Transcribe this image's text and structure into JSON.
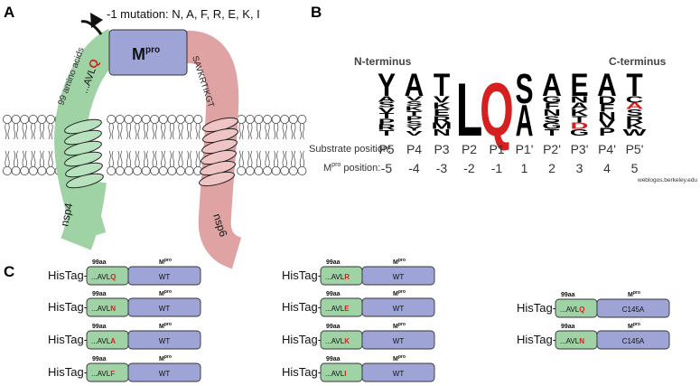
{
  "panels": {
    "a": "A",
    "b": "B",
    "c": "C"
  },
  "panel_a": {
    "mutation_text": "-1 mutation: N, A, F, R, E, K, I",
    "mpro_base": "M",
    "mpro_sup": "pro",
    "nsp4_text": "99 amino acids",
    "avl_text": "...AVL",
    "q_text": "Q",
    "nsp6_seq": "SAVKRTIKGT",
    "nsp4_label": "nsp4",
    "nsp6_label": "nsp6",
    "colors": {
      "mpro": "#9ea5d6",
      "nsp4": "#9fd3a5",
      "nsp6": "#e0a3a3",
      "mut": "#d62020"
    }
  },
  "panel_b": {
    "n_term": "N-terminus",
    "c_term": "C-terminus",
    "substrate_label": "Substrate position:",
    "mpro_label_base": "M",
    "mpro_label_sup": "pro",
    "mpro_label_tail": " position:",
    "positions": [
      "P5",
      "P4",
      "P3",
      "P2",
      "P1",
      "P1'",
      "P2'",
      "P3'",
      "P4'",
      "P5'"
    ],
    "mpro_positions": [
      "-5",
      "-4",
      "-3",
      "-2",
      "-1",
      "1",
      "2",
      "3",
      "4",
      "5"
    ],
    "credit": "weblogos.berkeley.edu",
    "logo_letters": [
      {
        "top": "Y",
        "rest": [
          "A",
          "S",
          "V",
          "T",
          "P",
          "R",
          "T"
        ]
      },
      {
        "top": "A",
        "rest": [
          "V",
          "S",
          "K",
          "T",
          "P",
          "S",
          "Y",
          "V"
        ]
      },
      {
        "top": "T",
        "rest": [
          "V",
          "K",
          "E",
          "R",
          "M",
          "N"
        ]
      },
      {
        "top": "L",
        "rest": []
      },
      {
        "top": "Q",
        "rest": []
      },
      {
        "top": "S",
        "rest": [
          "A"
        ]
      },
      {
        "top": "A",
        "rest": [
          "G",
          "F",
          "N",
          "S",
          "G",
          "T"
        ]
      },
      {
        "top": "E",
        "rest": [
          "N",
          "A",
          "K",
          "T",
          "D",
          "G"
        ]
      },
      {
        "top": "A",
        "rest": [
          "D",
          "F",
          "N",
          "V",
          "P"
        ]
      },
      {
        "top": "T",
        "rest": [
          "C",
          "A",
          "S",
          "R",
          "K",
          "W"
        ]
      }
    ]
  },
  "panel_c": {
    "histag": "HisTag-",
    "aa_label": "99aa",
    "mpro_base": "M",
    "mpro_sup": "pro",
    "avl": "...AVL",
    "constructs": [
      {
        "mut": "Q",
        "mpro": "WT"
      },
      {
        "mut": "N",
        "mpro": "WT"
      },
      {
        "mut": "A",
        "mpro": "WT"
      },
      {
        "mut": "F",
        "mpro": "WT"
      },
      {
        "mut": "R",
        "mpro": "WT"
      },
      {
        "mut": "E",
        "mpro": "WT"
      },
      {
        "mut": "K",
        "mpro": "WT"
      },
      {
        "mut": "I",
        "mpro": "WT"
      },
      {
        "mut": "Q",
        "mpro": "C145A"
      },
      {
        "mut": "N",
        "mpro": "C145A"
      }
    ]
  }
}
